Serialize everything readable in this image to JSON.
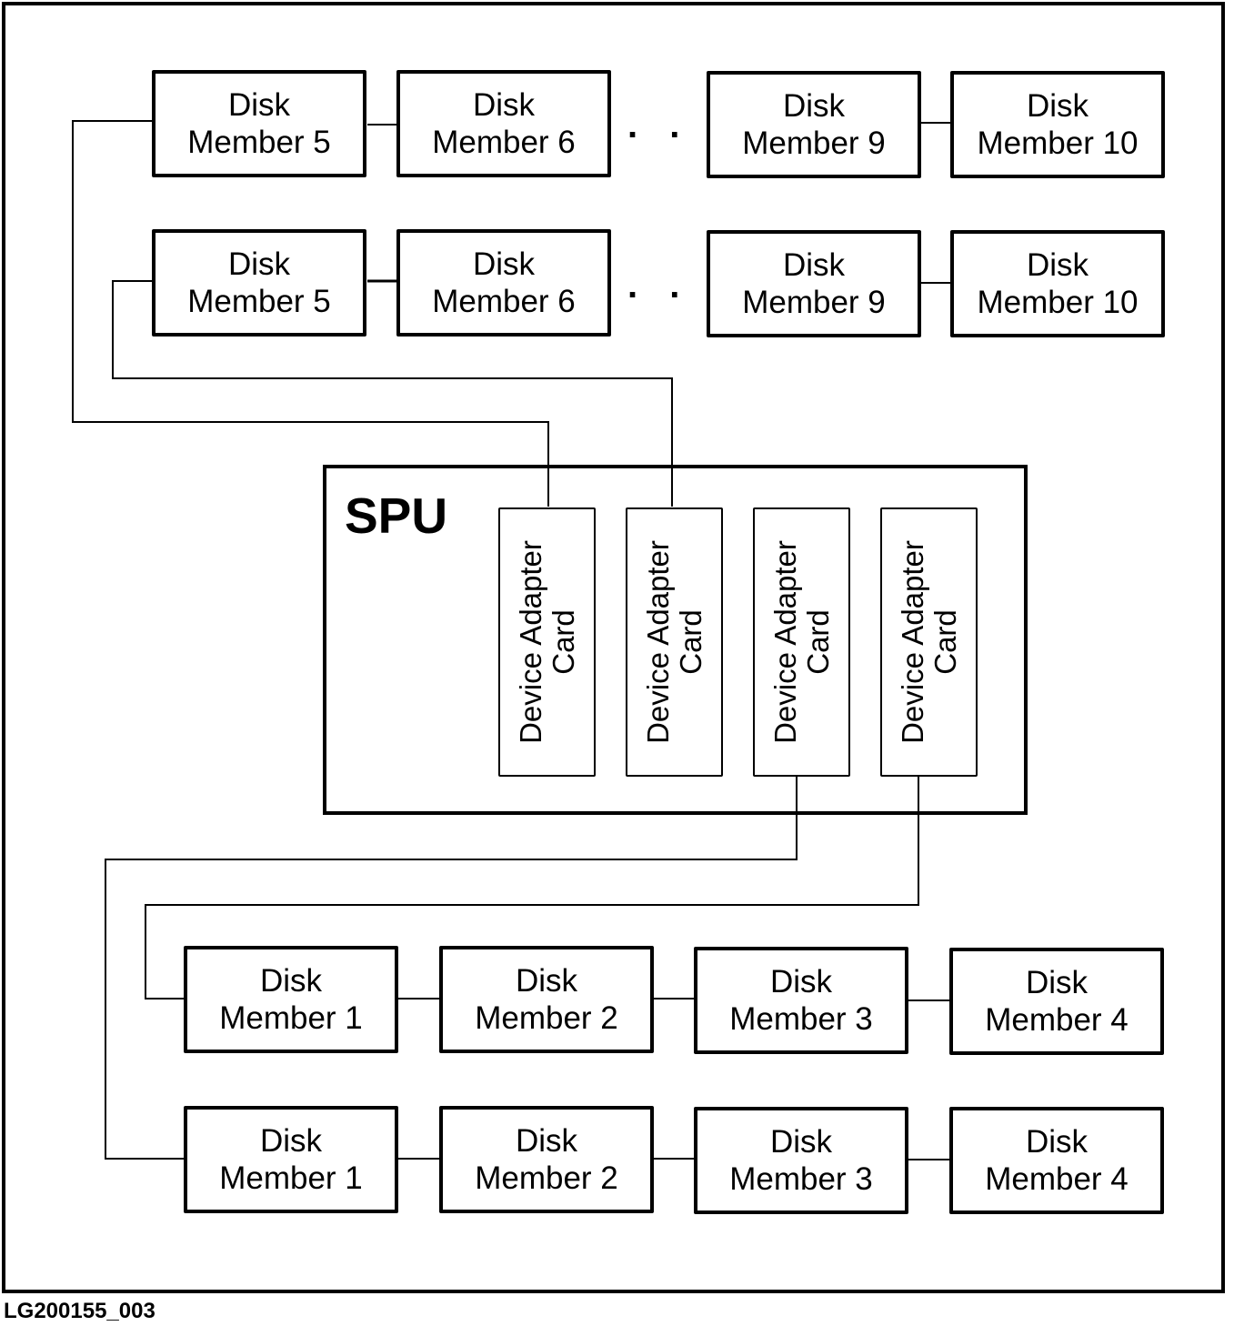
{
  "figure_id": "LG200155_003",
  "spu": {
    "label": "SPU",
    "cards": [
      {
        "line1": "Device Adapter",
        "line2": "Card"
      },
      {
        "line1": "Device Adapter",
        "line2": "Card"
      },
      {
        "line1": "Device Adapter",
        "line2": "Card"
      },
      {
        "line1": "Device Adapter",
        "line2": "Card"
      }
    ]
  },
  "chains": {
    "top_row_1": [
      {
        "line1": "Disk",
        "line2": "Member 5"
      },
      {
        "line1": "Disk",
        "line2": "Member 6"
      },
      {
        "line1": "Disk",
        "line2": "Member 9"
      },
      {
        "line1": "Disk",
        "line2": "Member 10"
      }
    ],
    "top_row_2": [
      {
        "line1": "Disk",
        "line2": "Member 5"
      },
      {
        "line1": "Disk",
        "line2": "Member 6"
      },
      {
        "line1": "Disk",
        "line2": "Member 9"
      },
      {
        "line1": "Disk",
        "line2": "Member 10"
      }
    ],
    "bottom_row_1": [
      {
        "line1": "Disk",
        "line2": "Member 1"
      },
      {
        "line1": "Disk",
        "line2": "Member 2"
      },
      {
        "line1": "Disk",
        "line2": "Member 3"
      },
      {
        "line1": "Disk",
        "line2": "Member 4"
      }
    ],
    "bottom_row_2": [
      {
        "line1": "Disk",
        "line2": "Member 1"
      },
      {
        "line1": "Disk",
        "line2": "Member 2"
      },
      {
        "line1": "Disk",
        "line2": "Member 3"
      },
      {
        "line1": "Disk",
        "line2": "Member 4"
      }
    ]
  },
  "ellipsis": ". . .",
  "connections": [
    {
      "from": "device-adapter-card-1",
      "to": "top_row_1"
    },
    {
      "from": "device-adapter-card-2",
      "to": "top_row_2"
    },
    {
      "from": "device-adapter-card-3",
      "to": "bottom_row_2"
    },
    {
      "from": "device-adapter-card-4",
      "to": "bottom_row_1"
    }
  ]
}
